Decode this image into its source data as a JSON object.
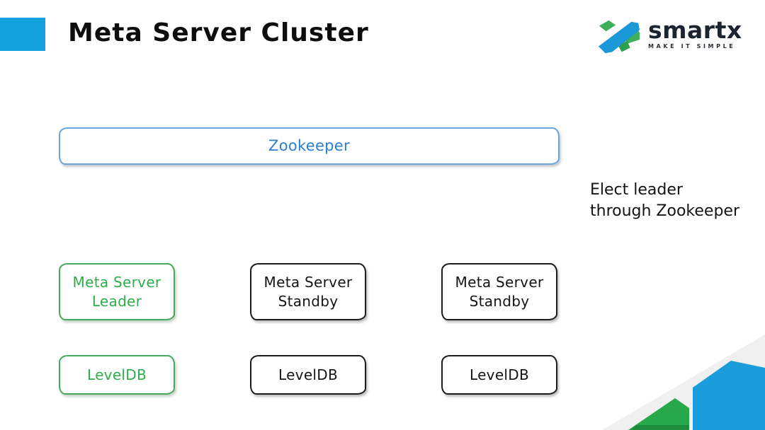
{
  "slide": {
    "title": "Meta Server Cluster",
    "annotation": {
      "line1": "Elect leader",
      "line2": "through Zookeeper"
    }
  },
  "logo": {
    "wordmark": "smartx",
    "tagline": "MAKE IT SIMPLE"
  },
  "diagram": {
    "zookeeper": {
      "label": "Zookeeper"
    },
    "meta_servers": [
      {
        "line1": "Meta Server",
        "line2": "Leader",
        "role": "leader",
        "color": "#2fad4d"
      },
      {
        "line1": "Meta Server",
        "line2": "Standby",
        "role": "standby",
        "color": "#151515"
      },
      {
        "line1": "Meta Server",
        "line2": "Standby",
        "role": "standby",
        "color": "#151515"
      }
    ],
    "databases": [
      {
        "label": "LevelDB",
        "role": "leader",
        "color": "#2fad4d"
      },
      {
        "label": "LevelDB",
        "role": "standby",
        "color": "#151515"
      },
      {
        "label": "LevelDB",
        "role": "standby",
        "color": "#151515"
      }
    ]
  },
  "colors": {
    "accent_blue": "#12a3de",
    "zookeeper_blue": "#2a7fd4",
    "leader_green": "#2fad4d",
    "corner_green": "#27a84b",
    "corner_green_dark": "#1d8c3e",
    "corner_blue": "#1b9ddb",
    "title_black": "#0d0d0d"
  }
}
